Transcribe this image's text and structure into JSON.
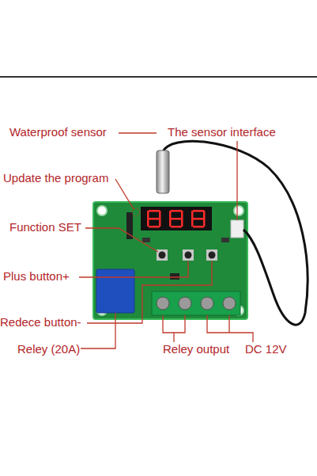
{
  "diagram": {
    "labels": [
      "Waterproof sensor",
      "The sensor interface",
      "Update the program",
      "Function SET",
      "Plus button+",
      "Redece button-",
      "Reley (20A)",
      "Reley output",
      "DC 12V"
    ]
  }
}
